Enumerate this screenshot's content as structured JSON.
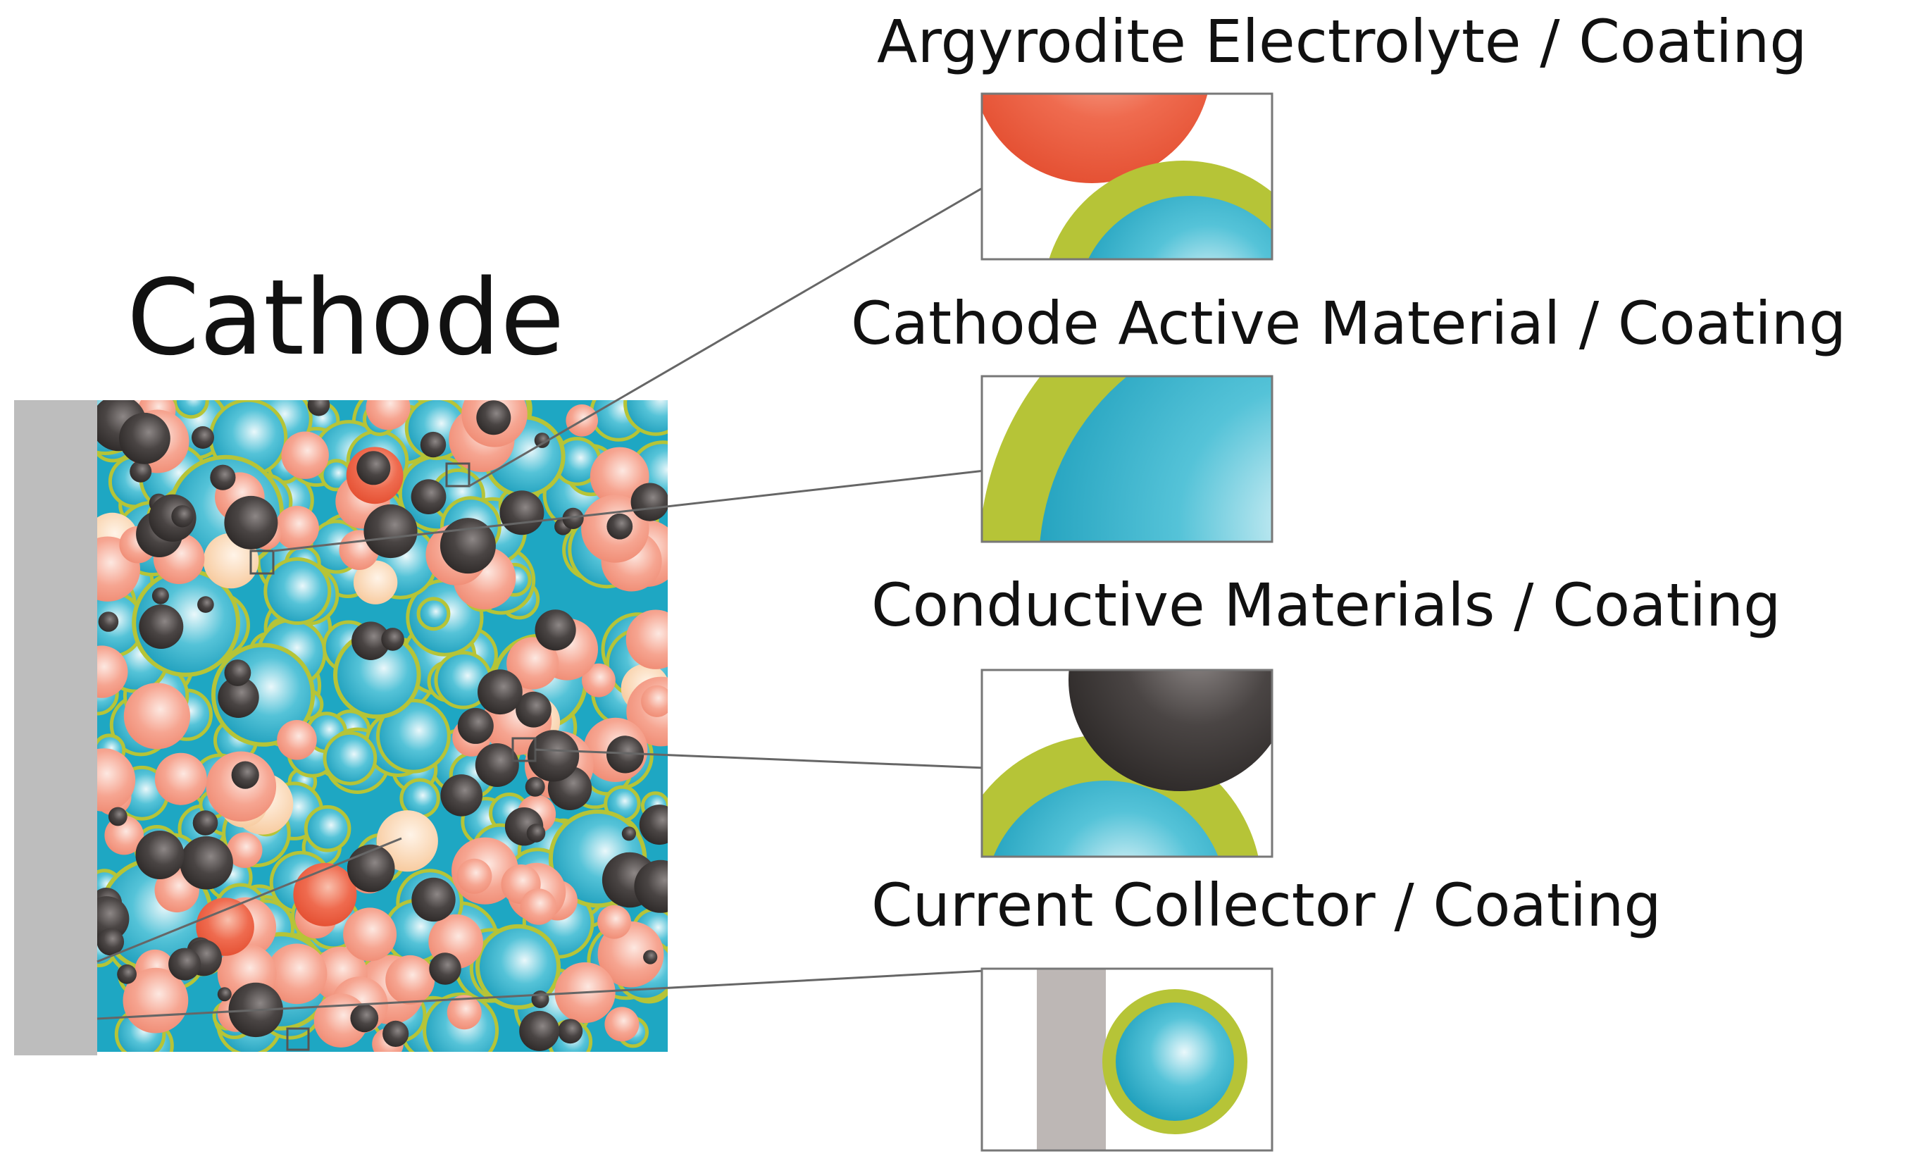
{
  "title": "Cathode",
  "panels": [
    {
      "label": "Argyrodite Electrolyte / Coating"
    },
    {
      "label": "Cathode Active Material / Coating"
    },
    {
      "label": "Conductive Materials / Coating"
    },
    {
      "label": "Current Collector / Coating"
    }
  ],
  "colors": {
    "collector": "#bdbdbd",
    "active_material": "#1ea7c3",
    "coating": "#b6c437",
    "electrolyte": "#ef5a3d",
    "electrolyte_light": "#f5a08a",
    "conductive": "#3f3a39",
    "additive_light": "#f8d3a8"
  }
}
